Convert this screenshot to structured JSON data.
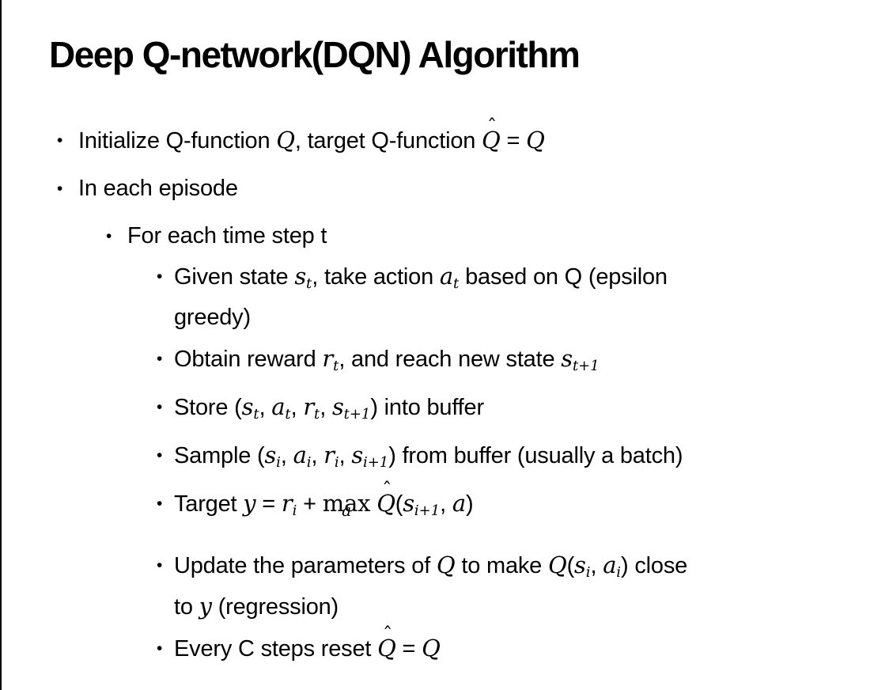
{
  "page": {
    "background_color": "#ffffff",
    "text_color": "#000000",
    "border_color": "#000000"
  },
  "glyphs": {
    "bullet": "•",
    "hat": "ˆ"
  },
  "title": "Deep Q-network(DQN) Algorithm",
  "bullets": [
    {
      "level": 1,
      "lines": [
        [
          {
            "t": "Initialize Q-function "
          },
          {
            "t": "Q",
            "m": 1
          },
          {
            "t": ", target Q-function "
          },
          {
            "t": "Q",
            "m": 1,
            "hat": 1
          },
          {
            "t": " = "
          },
          {
            "t": "Q",
            "m": 1
          }
        ]
      ]
    },
    {
      "level": 1,
      "lines": [
        [
          {
            "t": "In each episode"
          }
        ]
      ]
    },
    {
      "level": 2,
      "lines": [
        [
          {
            "t": "For each time step t"
          }
        ]
      ]
    },
    {
      "level": 3,
      "lines": [
        [
          {
            "t": "Given state "
          },
          {
            "t": "s",
            "m": 1,
            "sub": "t"
          },
          {
            "t": ", take action "
          },
          {
            "t": "a",
            "m": 1,
            "sub": "t"
          },
          {
            "t": " based on Q (epsilon"
          }
        ],
        [
          {
            "t": "greedy)"
          }
        ]
      ]
    },
    {
      "level": 3,
      "lines": [
        [
          {
            "t": "Obtain reward "
          },
          {
            "t": "r",
            "m": 1,
            "sub": "t"
          },
          {
            "t": ", and reach new state "
          },
          {
            "t": "s",
            "m": 1,
            "sub": "t+1"
          }
        ]
      ]
    },
    {
      "level": 3,
      "lines": [
        [
          {
            "t": "Store ("
          },
          {
            "t": "s",
            "m": 1,
            "sub": "t"
          },
          {
            "t": ", "
          },
          {
            "t": "a",
            "m": 1,
            "sub": "t"
          },
          {
            "t": ", "
          },
          {
            "t": "r",
            "m": 1,
            "sub": "t"
          },
          {
            "t": ", "
          },
          {
            "t": "s",
            "m": 1,
            "sub": "t+1"
          },
          {
            "t": ") into buffer"
          }
        ]
      ]
    },
    {
      "level": 3,
      "lines": [
        [
          {
            "t": "Sample ("
          },
          {
            "t": "s",
            "m": 1,
            "sub": "i"
          },
          {
            "t": ", "
          },
          {
            "t": "a",
            "m": 1,
            "sub": "i"
          },
          {
            "t": ", "
          },
          {
            "t": "r",
            "m": 1,
            "sub": "i"
          },
          {
            "t": ", "
          },
          {
            "t": "s",
            "m": 1,
            "sub": "i+1"
          },
          {
            "t": ") from buffer (usually a batch)"
          }
        ]
      ]
    },
    {
      "level": 3,
      "lines": [
        [
          {
            "t": "Target "
          },
          {
            "t": "y",
            "m": 1
          },
          {
            "t": " = "
          },
          {
            "t": "r",
            "m": 1,
            "sub": "i"
          },
          {
            "t": " + "
          },
          {
            "t": "max",
            "under": "a"
          },
          {
            "t": " "
          },
          {
            "t": "Q",
            "m": 1,
            "hat": 1
          },
          {
            "t": "("
          },
          {
            "t": "s",
            "m": 1,
            "sub": "i+1"
          },
          {
            "t": ", "
          },
          {
            "t": "a",
            "m": 1
          },
          {
            "t": ")"
          }
        ]
      ]
    },
    {
      "level": 3,
      "lines": [
        [
          {
            "t": "Update the parameters of "
          },
          {
            "t": "Q",
            "m": 1
          },
          {
            "t": " to make "
          },
          {
            "t": "Q",
            "m": 1
          },
          {
            "t": "("
          },
          {
            "t": "s",
            "m": 1,
            "sub": "i"
          },
          {
            "t": ", "
          },
          {
            "t": "a",
            "m": 1,
            "sub": "i"
          },
          {
            "t": ") close"
          }
        ],
        [
          {
            "t": "to "
          },
          {
            "t": "y",
            "m": 1
          },
          {
            "t": " (regression)"
          }
        ]
      ]
    },
    {
      "level": 3,
      "lines": [
        [
          {
            "t": "Every C steps reset "
          },
          {
            "t": "Q",
            "m": 1,
            "hat": 1
          },
          {
            "t": " = "
          },
          {
            "t": "Q",
            "m": 1
          }
        ]
      ]
    }
  ]
}
